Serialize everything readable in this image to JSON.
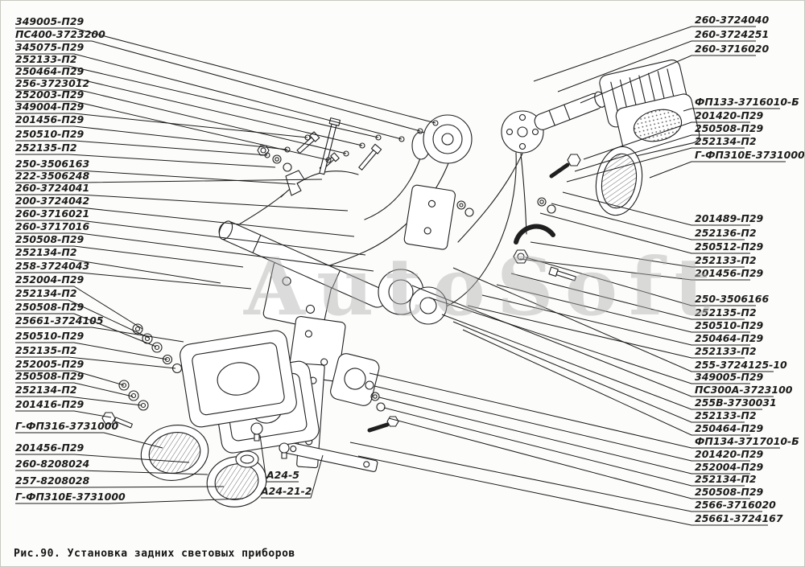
{
  "figure": {
    "caption": "Рис.90. Установка задних световых приборов",
    "watermark": "AutoSoft"
  },
  "labels_left": [
    "349005-П29",
    "ПС400-3723200",
    "345075-П29",
    "252133-П2",
    "250464-П29",
    "256-3723012",
    "252003-П29",
    "349004-П29",
    "201456-П29",
    "250510-П29",
    "252135-П2",
    "250-3506163",
    "222-3506248",
    "260-3724041",
    "200-3724042",
    "260-3716021",
    "260-3717016",
    "250508-П29",
    "252134-П2",
    "258-3724043",
    "252004-П29",
    "252134-П2",
    "250508-П29",
    "25661-3724105",
    "250510-П29",
    "252135-П2",
    "252005-П29",
    "250508-П29",
    "252134-П2",
    "201416-П29",
    "Г-ФП316-3731000",
    "201456-П29",
    "260-8208024",
    "257-8208028",
    "Г-ФП310Е-3731000"
  ],
  "labels_right": [
    "260-3724040",
    "260-3724251",
    "260-3716020",
    "ФП133-3716010-Б",
    "201420-П29",
    "250508-П29",
    "252134-П2",
    "Г-ФП310Е-3731000",
    "201489-П29",
    "252136-П2",
    "250512-П29",
    "252133-П2",
    "201456-П29",
    "250-3506166",
    "252135-П2",
    "250510-П29",
    "250464-П29",
    "252133-П2",
    "255-3724125-10",
    "349005-П29",
    "ПС300А-3723100",
    "255В-3730031",
    "252133-П2",
    "250464-П29",
    "ФП134-3717010-Б",
    "201420-П29",
    "252004-П29",
    "252134-П2",
    "250508-П29",
    "2566-3716020",
    "25661-3724167"
  ],
  "labels_bottom": [
    "А24-5",
    "А24-21-2"
  ]
}
